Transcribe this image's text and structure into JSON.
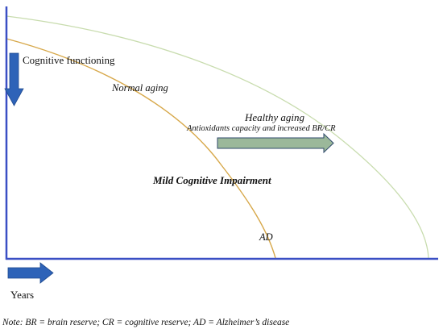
{
  "labels": {
    "cognitive_functioning": "Cognitive functioning",
    "normal_aging": "Normal aging",
    "healthy_aging": "Healthy aging",
    "antioxidants": "Antioxidants capacity and increased BR/CR",
    "mci": "Mild Cognitive Impairment",
    "ad": "AD",
    "years": "Years",
    "note": "Note: BR = brain reserve; CR = cognitive reserve; AD = Alzheimer’s disease"
  },
  "colors": {
    "axis": "#3a4fc4",
    "arrow_blue": "#2e63b8",
    "arrow_blue_dark": "#1f4a8f",
    "arrow_green": "#9bb89a",
    "arrow_green_border": "#2f4a6b",
    "curve_normal": "#d7a84a",
    "curve_healthy": "#c8dcae"
  }
}
